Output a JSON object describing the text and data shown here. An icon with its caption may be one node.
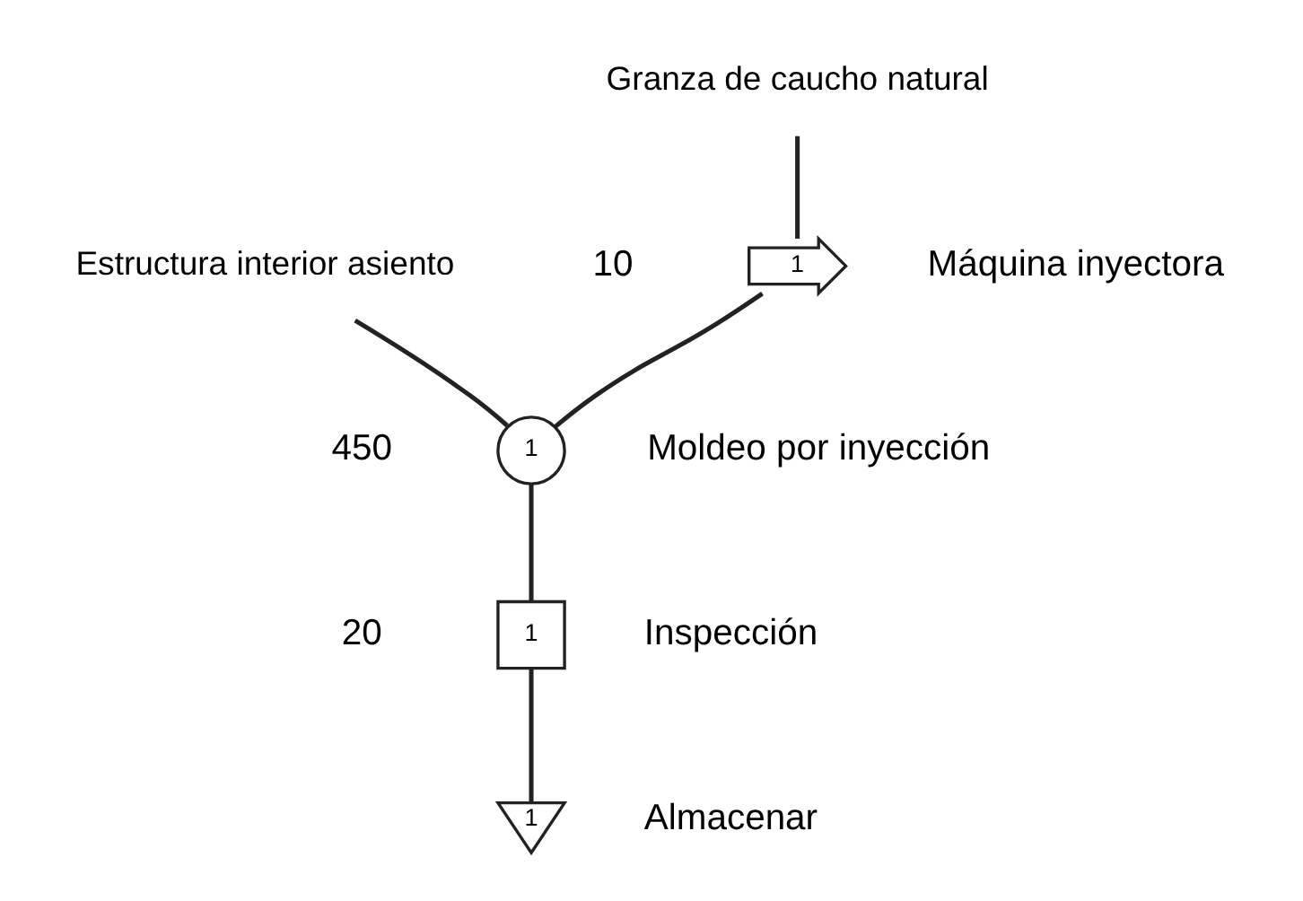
{
  "diagram": {
    "nodes": [
      {
        "text": [
          "Granza de caucho natural"
        ]
      },
      {
        "text": [
          "1"
        ],
        "beside": [
          "10",
          "Máquina inyectora"
        ]
      },
      {
        "text": [
          "Estructura interior asiento"
        ]
      },
      {
        "text": [
          "1"
        ],
        "beside": [
          "450",
          "Moldeo por inyección"
        ]
      },
      {
        "text": [
          "1"
        ],
        "beside": [
          "20",
          "Inspección"
        ]
      },
      {
        "text": [
          "1"
        ],
        "beside": [
          "Almacenar"
        ]
      }
    ],
    "edges": [
      {
        "from": 0,
        "to": 1,
        "arrow": "none"
      },
      {
        "from": 1,
        "to": 3,
        "arrow": "none"
      },
      {
        "from": 2,
        "to": 3,
        "arrow": "none"
      },
      {
        "from": 3,
        "to": 4,
        "arrow": "none"
      },
      {
        "from": 4,
        "to": 5,
        "arrow": "none"
      }
    ]
  }
}
